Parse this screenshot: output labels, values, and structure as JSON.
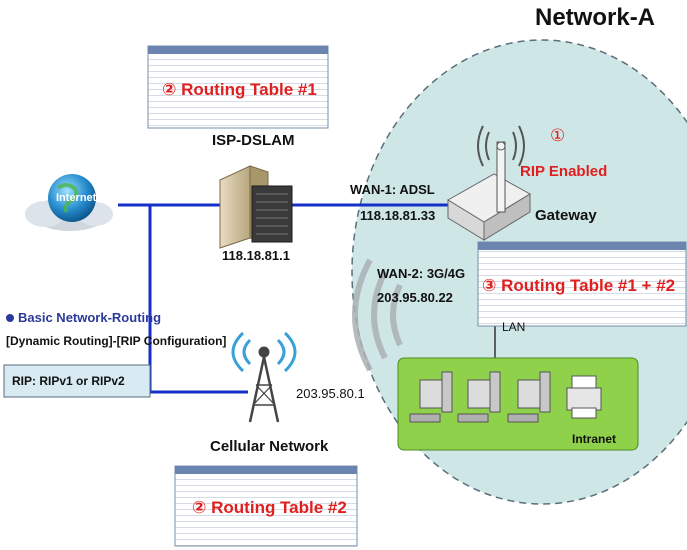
{
  "title": "Network-A",
  "isp": {
    "name": "ISP-DSLAM",
    "ip": "118.18.81.1"
  },
  "internet": {
    "label": "Internet"
  },
  "cellular": {
    "name": "Cellular Network",
    "ip": "203.95.80.1"
  },
  "gateway": {
    "name": "Gateway",
    "rip_step": "①",
    "rip_label": "RIP Enabled"
  },
  "wan1": {
    "label": "WAN-1: ADSL",
    "ip": "118.18.81.33"
  },
  "wan2": {
    "label": "WAN-2: 3G/4G",
    "ip": "203.95.80.22"
  },
  "lan": {
    "label": "LAN"
  },
  "intranet": {
    "label": "Intranet"
  },
  "config": {
    "heading": "Basic Network-Routing",
    "path": "[Dynamic Routing]-[RIP Configuration]",
    "rip_box": "RIP: RIPv1 or RIPv2"
  },
  "tables": {
    "t1": {
      "step": "②",
      "label": "Routing Table #1"
    },
    "t2": {
      "step": "②",
      "label": "Routing Table #2"
    },
    "t3": {
      "step": "③",
      "label": "Routing Table #1 + #2"
    }
  },
  "colors": {
    "link": "#1530c8",
    "bubble": "#cfe6e6",
    "accent_red": "#e02020",
    "intranet_green": "#8fd14a",
    "config_blue": "#2b3a9a"
  }
}
